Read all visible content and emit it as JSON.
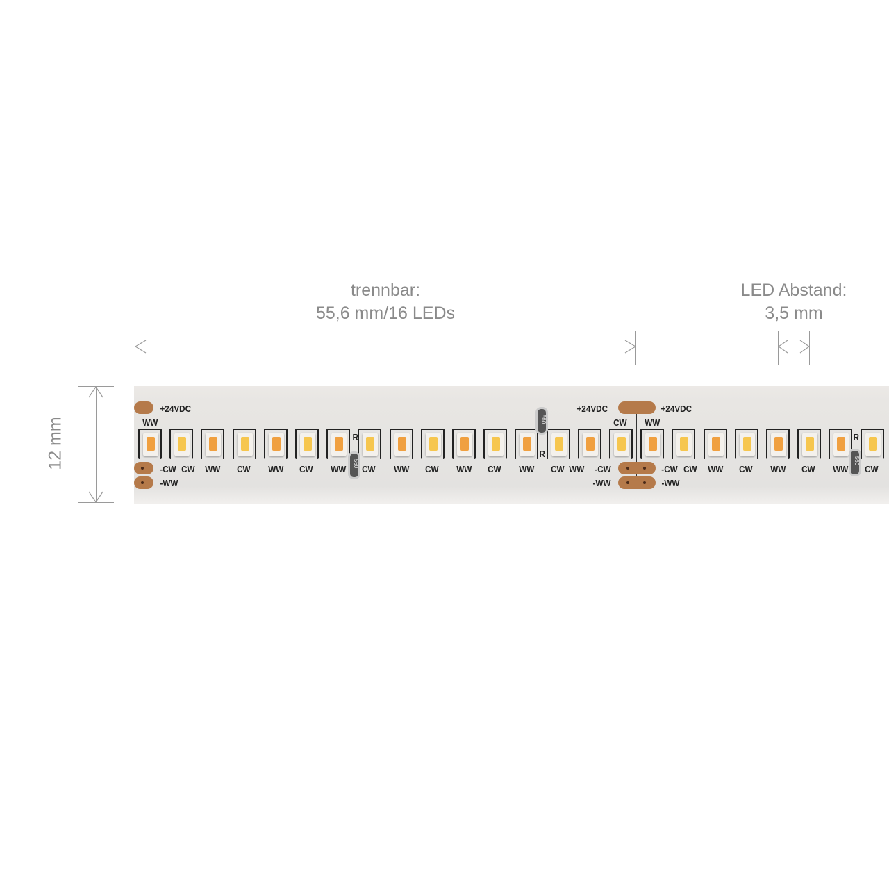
{
  "dimensions": {
    "cut_title": "trennbar:",
    "cut_value": "55,6 mm/16 LEDs",
    "pitch_title": "LED Abstand:",
    "pitch_value": "3,5 mm",
    "width_value": "12 mm"
  },
  "strip": {
    "voltage_label": "+24VDC",
    "minus_cw": "-CW",
    "minus_ww": "-WW",
    "resistor_code": "560",
    "resistor_mark": "R",
    "led_types": [
      "WW",
      "CW",
      "WW",
      "CW",
      "WW",
      "CW",
      "WW",
      "CW",
      "WW",
      "CW",
      "WW",
      "CW",
      "WW",
      "CW",
      "WW",
      "CW",
      "WW",
      "CW",
      "WW",
      "CW",
      "WW",
      "CW",
      "WW",
      "CW"
    ],
    "colors": {
      "ww": "#f0a040",
      "cw": "#f6c64e",
      "copper": "#b57a4a"
    }
  }
}
